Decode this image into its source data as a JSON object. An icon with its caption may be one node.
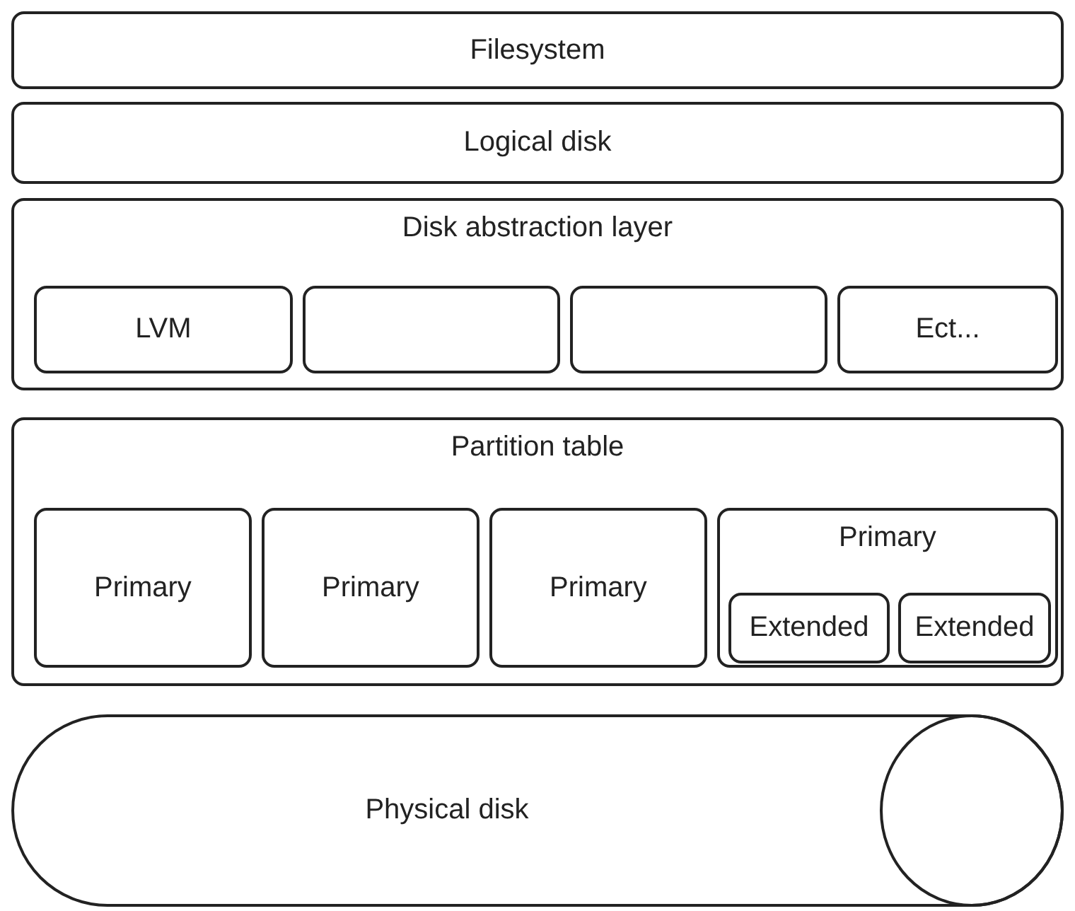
{
  "diagram": {
    "nodes": [
      {
        "text": [
          "Filesystem"
        ]
      },
      {
        "text": [
          "Logical disk"
        ]
      },
      {
        "text": [
          "Disk abstraction layer"
        ]
      },
      {
        "text": [
          "LVM"
        ],
        "in": 2
      },
      {
        "text": [],
        "shape": "box",
        "in": 2
      },
      {
        "text": [],
        "shape": "box",
        "in": 2
      },
      {
        "text": [
          "Ect..."
        ],
        "in": 2
      },
      {
        "text": [
          "Partition table"
        ]
      },
      {
        "text": [
          "Primary"
        ],
        "in": 7
      },
      {
        "text": [
          "Primary"
        ],
        "in": 7
      },
      {
        "text": [
          "Primary"
        ],
        "in": 7
      },
      {
        "text": [
          "Primary"
        ],
        "in": 7
      },
      {
        "text": [
          "Extended"
        ],
        "in": 11
      },
      {
        "text": [
          "Extended"
        ],
        "in": 11
      },
      {
        "text": [
          "Physical disk"
        ]
      }
    ]
  }
}
